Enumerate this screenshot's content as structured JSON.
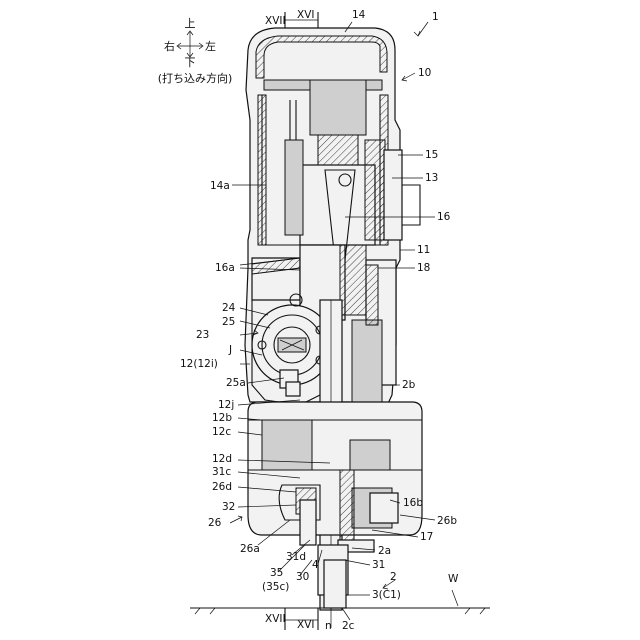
{
  "direction_legend": {
    "up": "上",
    "down": "下",
    "right": "右",
    "left": "左",
    "caption": "(打ち込み方向)"
  },
  "section_marks": {
    "xvii_top": "XVII",
    "xvi_top": "XVI",
    "xvii_bottom": "XVII",
    "xvi_bottom": "XVI"
  },
  "labels": {
    "l1": "1",
    "l14": "14",
    "l10": "10",
    "l15": "15",
    "l13": "13",
    "l14a": "14a",
    "l16": "16",
    "l11": "11",
    "l16a": "16a",
    "l18": "18",
    "l24": "24",
    "l25": "25",
    "l23": "23",
    "lJ": "J",
    "l12_12i": "12(12i)",
    "l25a": "25a",
    "l2b": "2b",
    "l12j": "12j",
    "l12b": "12b",
    "l12c": "12c",
    "l12d": "12d",
    "l31c": "31c",
    "l26d": "26d",
    "l16b": "16b",
    "l32": "32",
    "l26b": "26b",
    "l26": "26",
    "l17": "17",
    "l26a": "26a",
    "l31d": "31d",
    "l2a": "2a",
    "l4": "4",
    "l31": "31",
    "l35": "35",
    "l35c": "(35c)",
    "l30": "30",
    "l2": "2",
    "lW": "W",
    "l3_c1": "3(C1)",
    "ln": "n",
    "l2c": "2c"
  }
}
